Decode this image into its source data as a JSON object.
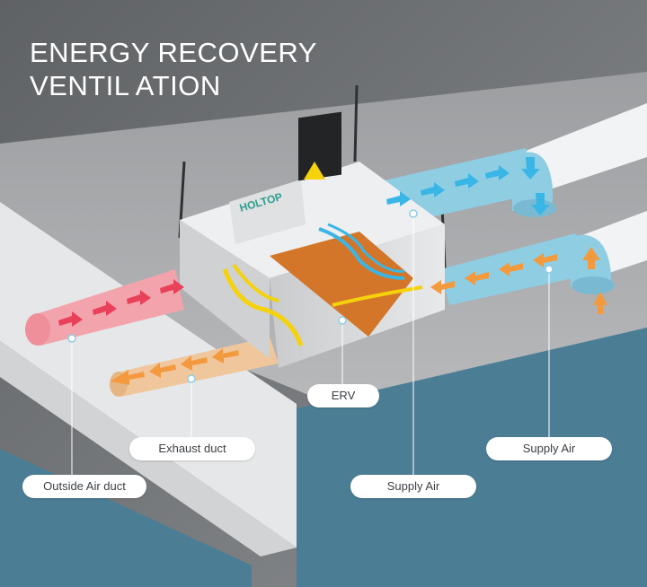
{
  "title": {
    "line1": "ENERGY RECOVERY",
    "line2": "VENTIL ATION"
  },
  "brand": {
    "logo_text": "HOLTOP"
  },
  "labels": {
    "erv": "ERV",
    "exhaust_duct": "Exhaust duct",
    "outside_air_duct": "Outside Air duct",
    "supply_air_left": "Supply Air",
    "supply_air_right": "Supply Air"
  },
  "colors": {
    "wall_dark": "#6f7275",
    "ceiling": "#a9abad",
    "teal_wall": "#4b7d94",
    "outside_air_duct": "#f3a3ab",
    "exhaust_duct": "#f0c79c",
    "supply_duct": "#8fcde3",
    "arrow_red": "#e9415a",
    "arrow_orange": "#f39a3f",
    "arrow_blue": "#39b6e6"
  }
}
